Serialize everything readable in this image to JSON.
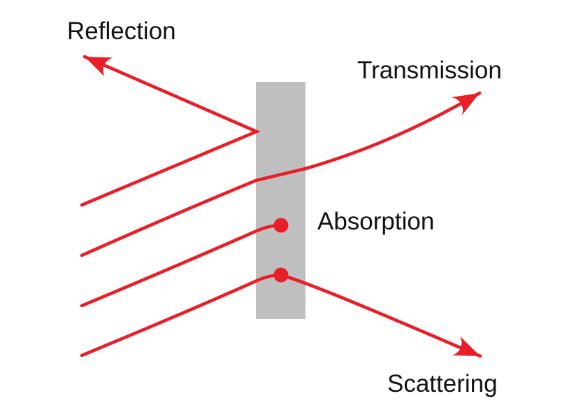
{
  "diagram": {
    "type": "light-matter-interaction",
    "labels": {
      "reflection": "Reflection",
      "transmission": "Transmission",
      "absorption": "Absorption",
      "scattering": "Scattering"
    },
    "icons": {
      "slab": "material-slab",
      "absorption_dot": "absorption-point-dot",
      "scattering_dot": "scattering-point-dot",
      "arrows": [
        "reflection-arrow",
        "transmission-arrow",
        "scattering-arrow"
      ]
    },
    "ray_count": 4
  },
  "colors": {
    "ray_red": "#e81e28",
    "slab_gray": "#bfbfbf",
    "label_black": "#131313",
    "background": "#ffffff"
  }
}
